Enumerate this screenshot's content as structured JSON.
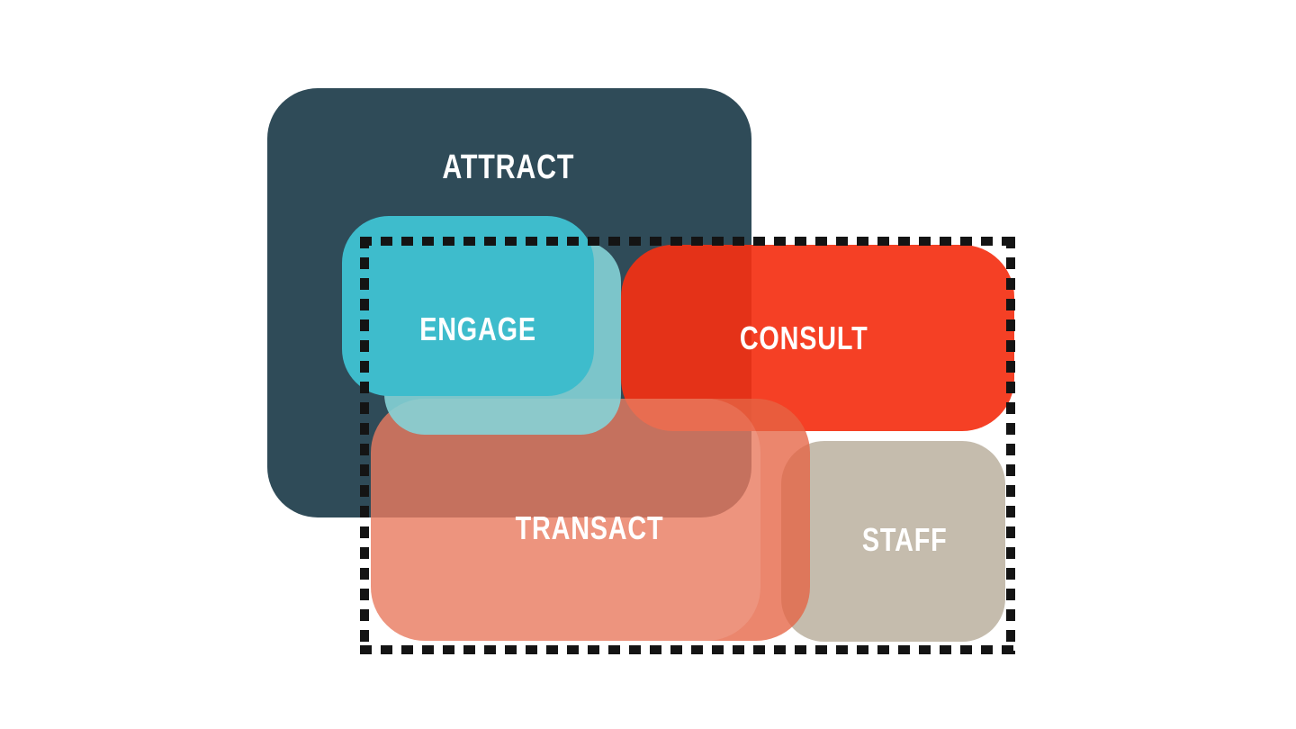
{
  "diagram": {
    "title": "overlapping rounded-rectangle funnel diagram",
    "background": "#FFFFFF",
    "text_color": "#FFFFFF",
    "boxes": {
      "attract": {
        "label": "ATTRACT"
      },
      "engage": {
        "label": "ENGAGE"
      },
      "consult": {
        "label": "CONSULT"
      },
      "transact": {
        "label": "TRANSACT"
      },
      "staff": {
        "label": "STAFF"
      }
    },
    "colors": {
      "attract": "#2F4B58",
      "engage": "#3EBCCC",
      "engage_edge_highlight": "#85D3D7",
      "consult": "#F43012",
      "transact": "#E56444",
      "staff": "#C5BCAD",
      "boundary": "#141414"
    },
    "fills": {
      "attract": "#2F4B58",
      "engage_main": "#3EBCCC",
      "engage_under": "rgba(133,211,215,0.9)",
      "consult": "rgba(244,48,18,0.92)",
      "staff": "#C5BCAD",
      "transact_base": "rgba(229,100,68,0.78)",
      "transact_glare": "rgba(255,255,255,0.12)"
    },
    "boundary": {
      "style": "dashed",
      "encloses": [
        "ENGAGE",
        "CONSULT",
        "TRANSACT",
        "STAFF"
      ]
    }
  }
}
